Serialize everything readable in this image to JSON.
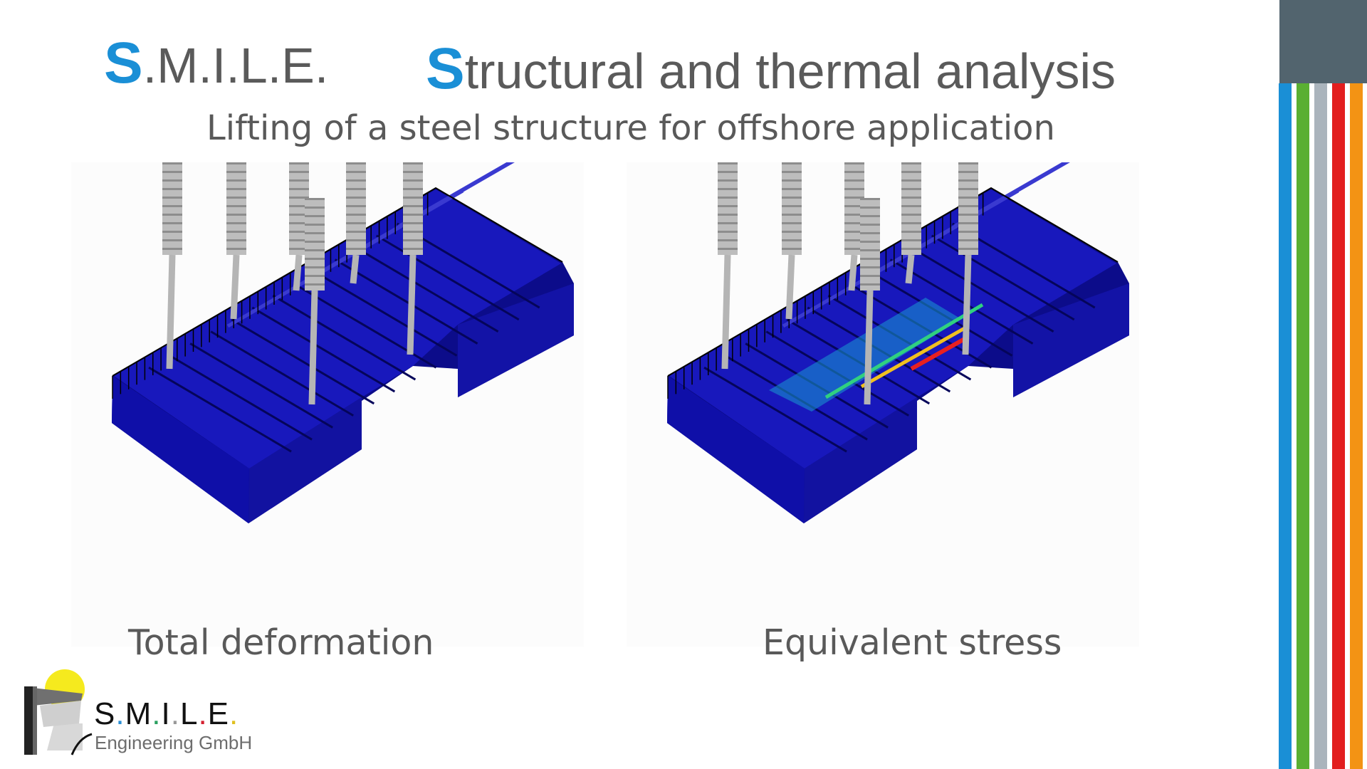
{
  "header": {
    "brand_initial": "S",
    "brand_rest": ".M.I.L.E.",
    "title_initial": "S",
    "title_rest": "tructural and thermal analysis",
    "subtitle": "Lifting of a steel structure for offshore application"
  },
  "panels": [
    {
      "caption": "Total deformation",
      "mode": "deformation"
    },
    {
      "caption": "Equivalent stress",
      "mode": "stress"
    }
  ],
  "logo": {
    "letters": [
      "S",
      "M",
      "I",
      "L",
      "E"
    ],
    "subtitle": "Engineering GmbH"
  },
  "colors": {
    "accent": "#1a8fd6",
    "sidebar_block": "#52646e",
    "stripes": [
      "#1a8fd6",
      "#5aaf32",
      "#aab4bc",
      "#e21e1e",
      "#f39314"
    ],
    "structure_blue": "#1414b4"
  }
}
